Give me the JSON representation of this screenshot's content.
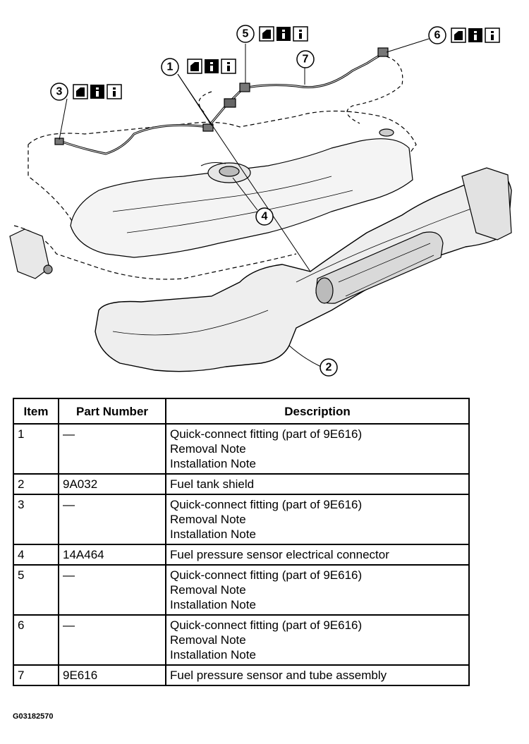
{
  "diagram": {
    "callouts": [
      "1",
      "2",
      "3",
      "4",
      "5",
      "6",
      "7"
    ],
    "note_icons": [
      "removal-note-icon",
      "info-icon",
      "installation-note-icon"
    ]
  },
  "table": {
    "headers": [
      "Item",
      "Part Number",
      "Description"
    ],
    "rows": [
      {
        "item": "1",
        "part": "—",
        "desc": [
          "Quick-connect fitting (part of 9E616)",
          "Removal Note",
          "Installation Note"
        ]
      },
      {
        "item": "2",
        "part": "9A032",
        "desc": [
          "Fuel tank shield"
        ]
      },
      {
        "item": "3",
        "part": "—",
        "desc": [
          "Quick-connect fitting (part of 9E616)",
          "Removal Note",
          "Installation Note"
        ]
      },
      {
        "item": "4",
        "part": "14A464",
        "desc": [
          "Fuel pressure sensor electrical connector"
        ]
      },
      {
        "item": "5",
        "part": "—",
        "desc": [
          "Quick-connect fitting (part of 9E616)",
          "Removal Note",
          "Installation Note"
        ]
      },
      {
        "item": "6",
        "part": "—",
        "desc": [
          "Quick-connect fitting (part of 9E616)",
          "Removal Note",
          "Installation Note"
        ]
      },
      {
        "item": "7",
        "part": "9E616",
        "desc": [
          "Fuel pressure sensor and tube assembly"
        ]
      }
    ]
  },
  "figure_id": "G03182570"
}
